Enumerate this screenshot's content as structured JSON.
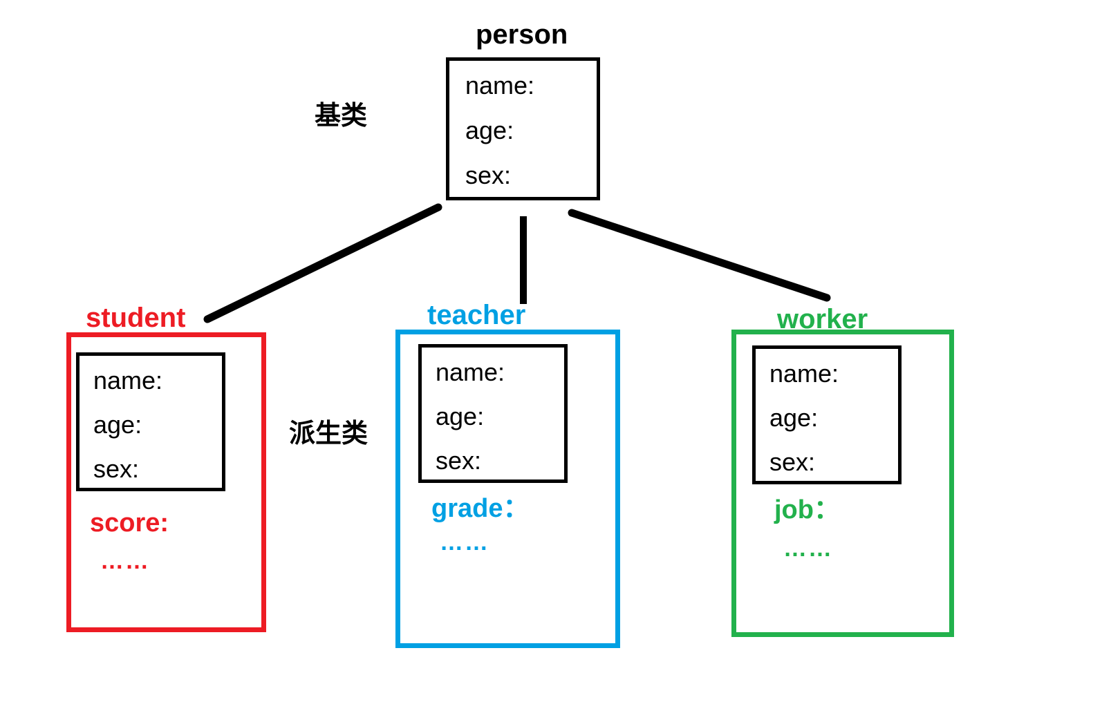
{
  "diagram": {
    "title": "Class inheritance diagram",
    "type": "inheritance-hierarchy",
    "background": "#ffffff"
  },
  "colors": {
    "base": "#000000",
    "student": "#ED1C24",
    "teacher": "#00A0E3",
    "worker": "#22B14C",
    "connector": "#000000"
  },
  "annotations": {
    "base_class_label": "基类",
    "derived_class_label": "派生类"
  },
  "base_class": {
    "name": "person",
    "color": "#000000",
    "attributes": [
      "name:",
      "age:",
      "sex:"
    ]
  },
  "derived_classes": [
    {
      "name": "student",
      "color": "#ED1C24",
      "inherited": [
        "name:",
        "age:",
        "sex:"
      ],
      "own_field": "score:",
      "ellipsis": "……"
    },
    {
      "name": "teacher",
      "color": "#00A0E3",
      "inherited": [
        "name:",
        "age:",
        "sex:"
      ],
      "own_field": "grade：",
      "ellipsis": "……"
    },
    {
      "name": "worker",
      "color": "#22B14C",
      "inherited": [
        "name:",
        "age:",
        "sex:"
      ],
      "own_field": "job：",
      "ellipsis": "……"
    }
  ],
  "connectors": [
    {
      "from": "person",
      "to": "student",
      "style": "solid-line"
    },
    {
      "from": "person",
      "to": "teacher",
      "style": "solid-line"
    },
    {
      "from": "person",
      "to": "worker",
      "style": "solid-line"
    }
  ]
}
